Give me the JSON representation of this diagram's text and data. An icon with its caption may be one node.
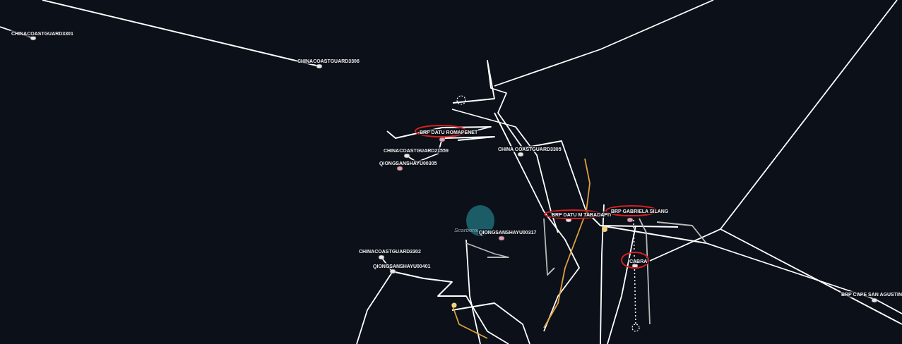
{
  "diagram": {
    "labels": [
      "CHINACOASTGUARD3301",
      "CHINACOASTGUARD3306",
      "BRP DATU ROMAPENET",
      "CHINACOASTGUARD21559",
      "CHINA COASTGUARD3305",
      "QIONGSANSHAYU00305",
      "BRP DATU M TARADAPIT",
      "BRP GABRIELA SILANG",
      "Scarborou",
      "QIONGSANSHAYU00317",
      "CHINACOASTGUARD3302",
      "CABRA",
      "QIONGSANSHAYU00401",
      "BRP CAPE SAN AGUSTIN"
    ]
  }
}
